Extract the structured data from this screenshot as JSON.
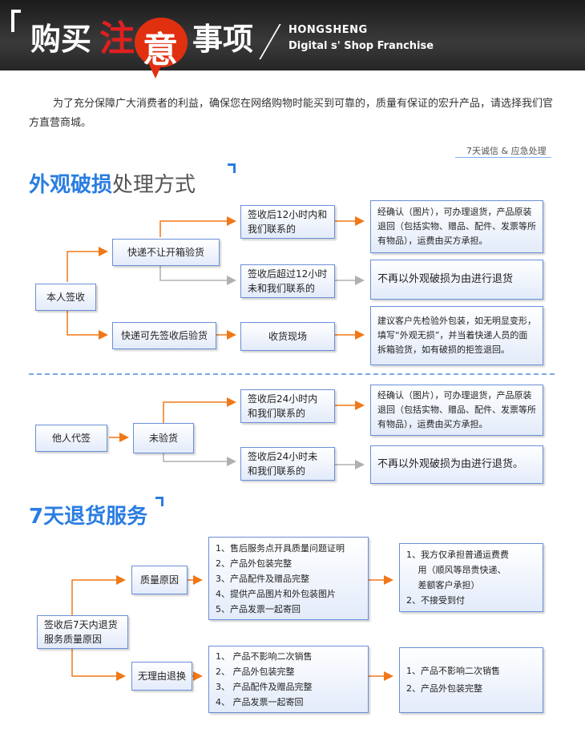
{
  "banner": {
    "title_a": "购买",
    "title_b": "注",
    "title_c": "意",
    "title_d": "事项",
    "brand_line1": "HONGSHENG",
    "brand_line2": "Digital s' Shop Franchise"
  },
  "intro": "为了充分保障广大消费者的利益，确保您在网络购物时能买到可靠的，质量有保证的宏升产品，请选择我们官方直营商城。",
  "tag": "7天诚信 & 应急处理",
  "section1": {
    "title_blue": "外观破损",
    "title_dark": "处理方式",
    "self_sign": "本人签收",
    "no_unbox": "快递不让开箱验货",
    "sign_first": "快递可先签收后验货",
    "within12": "签收后12小时内和\n我们联系的",
    "after12": "签收后超过12小时\n未和我们联系的",
    "on_site": "收货现场",
    "result_ok": "经确认（图片），可办理退货，产品原装退回（包括实物、赠品、配件、发票等所有物品），运费由买方承担。",
    "result_no": "不再以外观破损为由进行退货",
    "result_site": "建议客户先检验外包装，如无明显变形，填写“外观无损”，并当着快递人员的面拆箱验货，如有破损的拒签退回。",
    "proxy_sign": "他人代签",
    "not_checked": "未验货",
    "within24": "签收后24小时内\n和我们联系的",
    "after24": "签收后24小时未\n和我们联系的",
    "result_ok2": "经确认（图片），可办理退货，产品原装退回（包括实物、赠品、配件、发票等所有物品），运费由买方承担。",
    "result_no2": "不再以外观破损为由进行退货。"
  },
  "section2": {
    "title": "7天退货服务",
    "root": "签收后7天内退货\n服务质量原因",
    "quality": "质量原因",
    "no_reason": "无理由退换",
    "quality_list": "1、售后服务点开具质量问题证明\n2、产品外包装完整\n3、产品配件及赠品完整\n4、提供产品图片和外包装图片\n5、产品发票一起寄回",
    "quality_result": "1、我方仅承担普通运费费\n　 用（顺风等昂贵快递、\n　 差额客户承担）\n2、不接受到付",
    "noreason_list": "1、 产品不影响二次销售\n2、 产品外包装完整\n3、 产品配件及赠品完整\n4、 产品发票一起寄回",
    "noreason_result": "1、产品不影响二次销售\n2、产品外包装完整"
  },
  "colors": {
    "accent_blue": "#2a7de1",
    "arrow_orange": "#f07818",
    "connector_gray": "#b0b0b0",
    "box_border": "#6a8fd6",
    "banner_red": "#e03010"
  }
}
